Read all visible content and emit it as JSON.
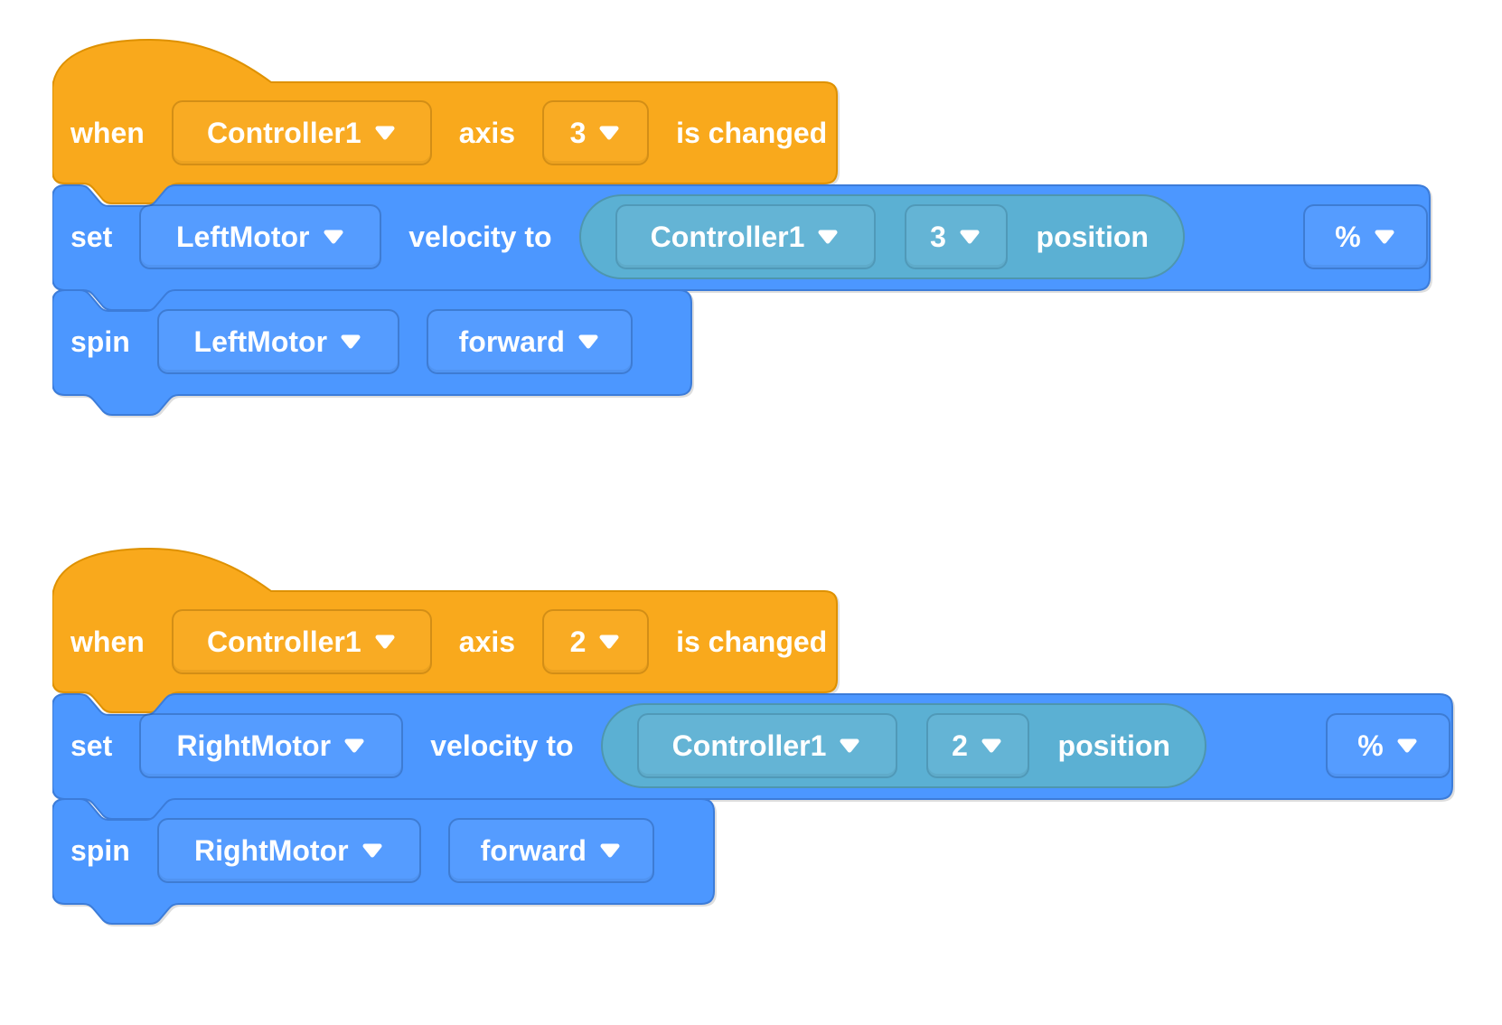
{
  "colors": {
    "hat_fill": "#F9A91C",
    "hat_stroke": "#DE9100",
    "command_fill": "#4C97FF",
    "command_stroke": "#3C7CD9",
    "reporter_fill": "#5BB0D3",
    "reporter_stroke": "#4E96AE",
    "text": "#FFFFFF"
  },
  "stacks": [
    {
      "hat": {
        "when": "when",
        "device": "Controller1",
        "axis_word": "axis",
        "axis": "3",
        "suffix": "is changed"
      },
      "set": {
        "verb": "set",
        "motor": "LeftMotor",
        "velocity_label": "velocity to",
        "reporter": {
          "device": "Controller1",
          "axis": "3",
          "position_label": "position"
        },
        "unit": "%"
      },
      "spin": {
        "verb": "spin",
        "motor": "LeftMotor",
        "direction": "forward"
      }
    },
    {
      "hat": {
        "when": "when",
        "device": "Controller1",
        "axis_word": "axis",
        "axis": "2",
        "suffix": "is changed"
      },
      "set": {
        "verb": "set",
        "motor": "RightMotor",
        "velocity_label": "velocity to",
        "reporter": {
          "device": "Controller1",
          "axis": "2",
          "position_label": "position"
        },
        "unit": "%"
      },
      "spin": {
        "verb": "spin",
        "motor": "RightMotor",
        "direction": "forward"
      }
    }
  ]
}
